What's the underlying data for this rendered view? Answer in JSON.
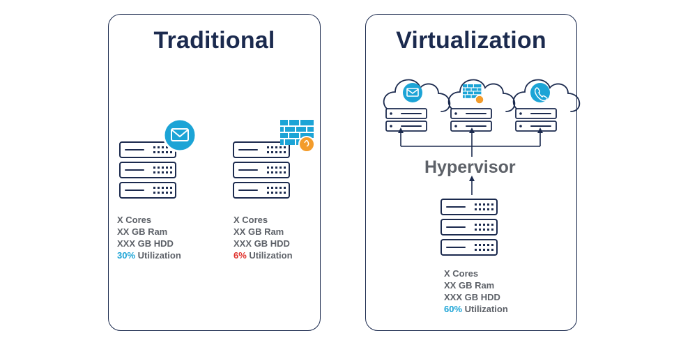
{
  "traditional": {
    "title": "Traditional",
    "servers": [
      {
        "cores": "X Cores",
        "ram": "XX GB Ram",
        "hdd": "XXX GB HDD",
        "utilization_pct": "30%",
        "utilization_label": "Utilization",
        "workload_icon": "mail-icon"
      },
      {
        "cores": "X Cores",
        "ram": "XX GB Ram",
        "hdd": "XXX GB HDD",
        "utilization_pct": "6%",
        "utilization_label": "Utilization",
        "workload_icon": "firewall-icon"
      }
    ]
  },
  "virtualization": {
    "title": "Virtualization",
    "hypervisor_label": "Hypervisor",
    "cloud_icons": [
      "mail-icon",
      "firewall-icon",
      "phone-icon"
    ],
    "host": {
      "cores": "X Cores",
      "ram": "XX GB Ram",
      "hdd": "XXX GB HDD",
      "utilization_pct": "60%",
      "utilization_label": "Utilization"
    }
  },
  "colors": {
    "navy": "#1b2a4e",
    "accent_blue": "#1ca4d6",
    "orange": "#f39c2b",
    "red": "#e0322d",
    "gray_text": "#5d6168"
  }
}
